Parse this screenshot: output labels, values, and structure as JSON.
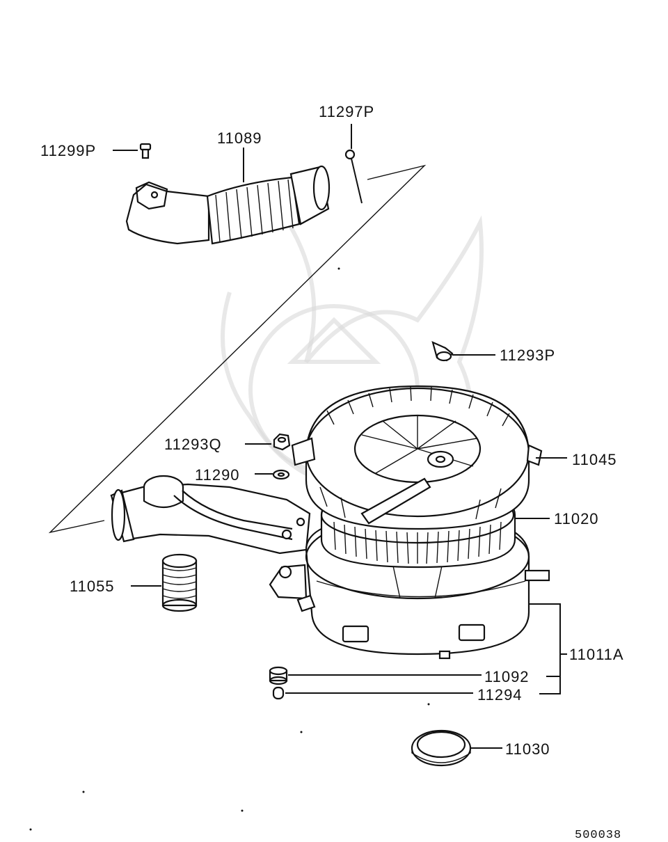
{
  "labels": {
    "p11299P": "11299P",
    "p11089": "11089",
    "p11297P": "11297P",
    "p11293P": "11293P",
    "p11293Q": "11293Q",
    "p11290": "11290",
    "p11045": "11045",
    "p11020": "11020",
    "p11055": "11055",
    "p11011A": "11011A",
    "p11092": "11092",
    "p11294": "11294",
    "p11030": "11030"
  },
  "diagram_code": "500038"
}
